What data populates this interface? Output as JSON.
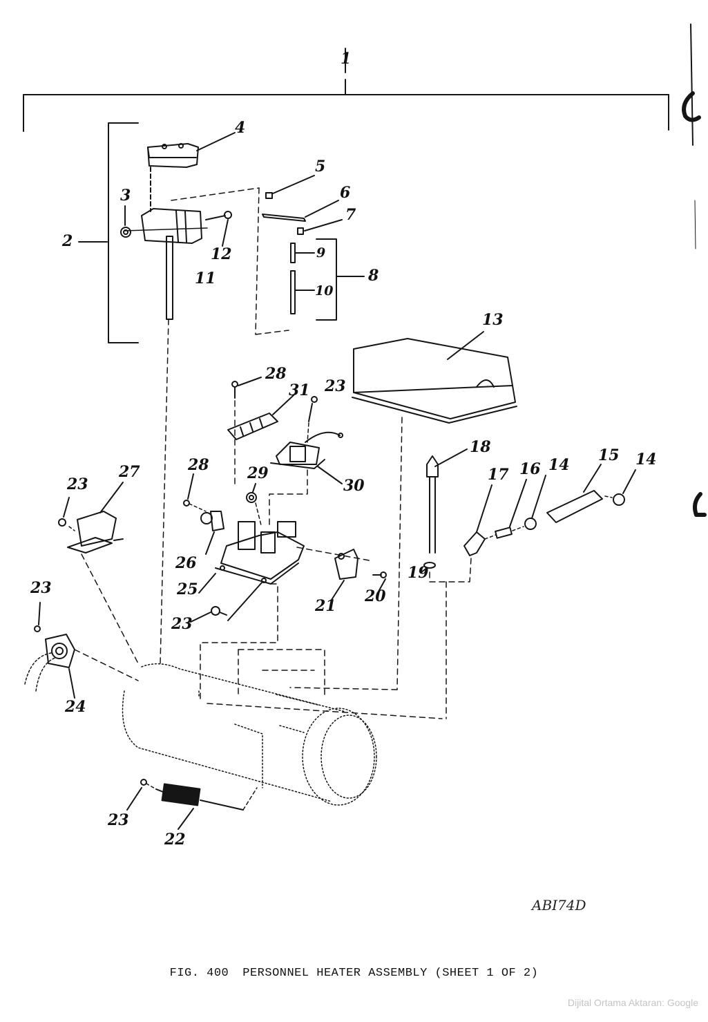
{
  "figure": {
    "number": "FIG. 400",
    "title": "PERSONNEL HEATER ASSEMBLY (SHEET 1 OF 2)",
    "drawing_id": "ABI74D"
  },
  "callouts": {
    "c1": "1",
    "c2": "2",
    "c3": "3",
    "c4": "4",
    "c5": "5",
    "c6": "6",
    "c7": "7",
    "c8": "8",
    "c9": "9",
    "c10": "10",
    "c11": "11",
    "c12": "12",
    "c13": "13",
    "c14a": "14",
    "c14b": "14",
    "c15": "15",
    "c16": "16",
    "c17": "17",
    "c18": "18",
    "c19": "19",
    "c20": "20",
    "c21": "21",
    "c22": "22",
    "c23a": "23",
    "c23b": "23",
    "c23c": "23",
    "c23d": "23",
    "c23e": "23",
    "c24": "24",
    "c25": "25",
    "c26": "26",
    "c27": "27",
    "c28a": "28",
    "c28b": "28",
    "c29": "29",
    "c30": "30",
    "c31": "31"
  },
  "watermark": "Dijital Ortama Aktaran: Google"
}
